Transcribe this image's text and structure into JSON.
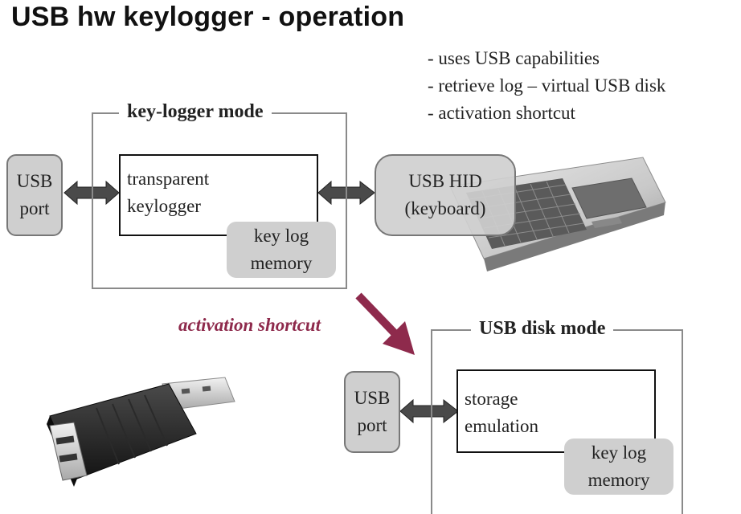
{
  "title": "USB hw keylogger - operation",
  "bullets": [
    "- uses USB capabilities",
    "- retrieve log – virtual USB disk",
    "- activation shortcut"
  ],
  "keylogger_mode": {
    "title": "key-logger mode",
    "usb_port": [
      "USB",
      "port"
    ],
    "inner": [
      "transparent",
      "keylogger"
    ],
    "memory": [
      "key log",
      "memory"
    ],
    "hid": [
      "USB HID",
      "(keyboard)"
    ]
  },
  "transition": {
    "label": "activation shortcut",
    "color": "#8e2a4c"
  },
  "disk_mode": {
    "title": "USB disk mode",
    "usb_port": [
      "USB",
      "port"
    ],
    "inner": [
      "storage",
      "emulation"
    ],
    "memory": [
      "key log",
      "memory"
    ]
  },
  "images": {
    "keyboard": "laptop-keyboard-image",
    "device": "usb-keylogger-device-image"
  }
}
